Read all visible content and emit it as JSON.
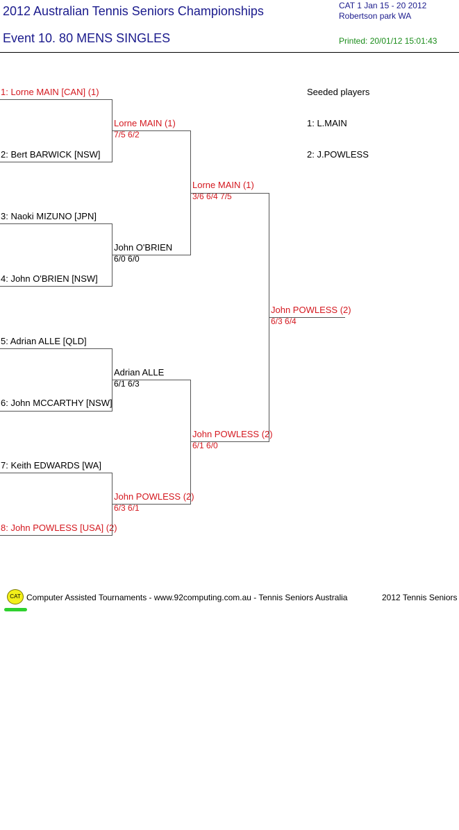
{
  "header": {
    "title": "2012 Australian Tennis Seniors Championships",
    "event": "Event 10. 80 MENS SINGLES",
    "cat_dates": "CAT 1   Jan 15 - 20 2012",
    "venue": "Robertson park   WA",
    "printed": "Printed: 20/01/12 15:01:43"
  },
  "draw": {
    "round1": [
      "1: Lorne MAIN [CAN] (1)",
      "2: Bert BARWICK [NSW]",
      "3: Naoki MIZUNO [JPN]",
      "4: John O'BRIEN [NSW]",
      "5: Adrian ALLE [QLD]",
      "6: John MCCARTHY [NSW]",
      "7: Keith EDWARDS [WA]",
      "8: John POWLESS [USA] (2)"
    ],
    "round2": [
      {
        "name": "Lorne MAIN (1)",
        "score": "7/5 6/2"
      },
      {
        "name": "John O'BRIEN",
        "score": "6/0 6/0"
      },
      {
        "name": "Adrian ALLE",
        "score": "6/1 6/3"
      },
      {
        "name": "John POWLESS (2)",
        "score": "6/3 6/1"
      }
    ],
    "semis": [
      {
        "name": "Lorne MAIN (1)",
        "score": "3/6 6/4 7/5"
      },
      {
        "name": "John POWLESS (2)",
        "score": "6/1 6/0"
      }
    ],
    "final": {
      "name": "John POWLESS (2)",
      "score": "6/3 6/4"
    }
  },
  "seeds": {
    "heading": "Seeded players",
    "list": [
      "1: L.MAIN",
      "2: J.POWLESS"
    ]
  },
  "footer": {
    "logo_text": "CAT",
    "text": "Computer Assisted Tournaments - www.92computing.com.au -  Tennis Seniors Australia",
    "right_text": "2012 Tennis Seniors"
  },
  "colors": {
    "seed_red": "#d4181f",
    "title_blue": "#1a1a8c",
    "printed_green": "#1a8c1a"
  }
}
